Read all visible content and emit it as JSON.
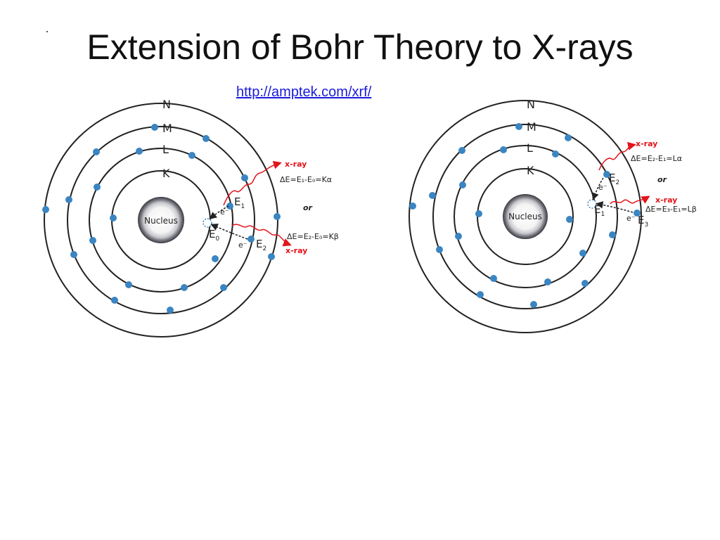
{
  "slide": {
    "title": "Extension of Bohr Theory to X-rays",
    "link": "http://amptek.com/xrf/"
  },
  "colors": {
    "electron": "#3a85c2",
    "arrow": "#e3141b",
    "orbit": "#222222",
    "link": "#1a1adb"
  },
  "diagram_left": {
    "shells": [
      "N",
      "M",
      "L",
      "K"
    ],
    "nucleus": "Nucleus",
    "electron_symbol": "e⁻",
    "E0": "E",
    "E0_sub": "0",
    "E1": "E",
    "E1_sub": "1",
    "E2": "E",
    "E2_sub": "2",
    "xray_top": "x-ray",
    "xray_bottom": "x-ray",
    "or": "or",
    "eq_alpha": "ΔE=E₁-E₀=Kα",
    "eq_beta": "ΔE=E₂-E₀=Kβ"
  },
  "diagram_right": {
    "shells": [
      "N",
      "M",
      "L",
      "K"
    ],
    "nucleus": "Nucleus",
    "electron_symbol": "e⁻",
    "E1": "E",
    "E1_sub": "1",
    "E2": "E",
    "E2_sub": "2",
    "E3": "E",
    "E3_sub": "3",
    "xray_top": "x-ray",
    "xray_bottom": "x-ray",
    "or": "or",
    "eq_alpha": "ΔE=E₂-E₁=Lα",
    "eq_beta": "ΔE=E₃-E₁=Lβ"
  }
}
